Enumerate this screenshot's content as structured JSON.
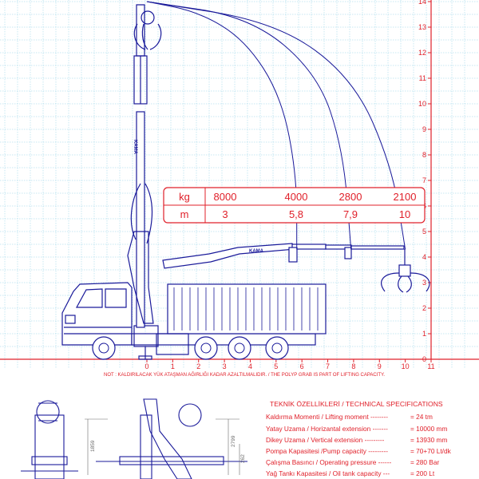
{
  "load_table": {
    "kg_label": "kg",
    "m_label": "m",
    "columns": [
      {
        "kg": "8000",
        "m": "3"
      },
      {
        "kg": "4000",
        "m": "5,8"
      },
      {
        "kg": "2800",
        "m": "7,9"
      },
      {
        "kg": "2100",
        "m": "10"
      }
    ]
  },
  "note": "NOT : KALDIRILACAK YÜK ATAŞMAN AĞIRLIĞI KADAR AZALTILMALIDIR. / THE POLYP GRAB IS PART OF LIFTING CAPACITY.",
  "brand": "KAMA",
  "dimensions": {
    "d1": "1859",
    "d2": "2799",
    "d3": "262"
  },
  "specs": {
    "title": "TEKNİK ÖZELLİKLERİ / TECHNICAL SPECIFICATIONS",
    "rows": [
      {
        "label": "Kaldırma Momenti / Lifting moment --------",
        "value": "= 24 tm"
      },
      {
        "label": "Yatay Uzama / Horizantal extension -------",
        "value": "= 10000 mm"
      },
      {
        "label": "Dikey Uzama / Vertical extension ---------",
        "value": "= 13930 mm"
      },
      {
        "label": "Pompa Kapasitesi /Pump capacity ---------",
        "value": "= 70+70 Lt/dk"
      },
      {
        "label": "Çalışma Basıncı / Operating pressure ------",
        "value": "= 280 Bar"
      },
      {
        "label": "Yağ Tankı Kapasitesi / Oil tank capacity ---",
        "value": "= 200 Lt"
      }
    ]
  },
  "colors": {
    "grid": "#8fd0e6",
    "axis": "#e0202a",
    "drawing": "#1a1a9a",
    "curve": "#1a1a9a"
  },
  "chart_data": {
    "type": "line",
    "x": [
      0,
      1,
      2,
      3,
      4,
      5,
      6,
      7,
      8,
      9,
      10,
      11
    ],
    "y": [
      0,
      1,
      2,
      3,
      4,
      5,
      6,
      7,
      8,
      9,
      10,
      11,
      12,
      13,
      14
    ],
    "xlim": [
      0,
      11
    ],
    "ylim": [
      0,
      14
    ],
    "grid": true,
    "series": [
      {
        "points": [
          [
            0,
            14
          ],
          [
            2,
            13.6
          ],
          [
            3.8,
            12.5
          ],
          [
            5.2,
            10.3
          ],
          [
            5.8,
            7.2
          ],
          [
            5.8,
            4.3
          ]
        ]
      },
      {
        "points": [
          [
            0,
            14
          ],
          [
            4,
            13.4
          ],
          [
            6.6,
            11.2
          ],
          [
            7.6,
            8.2
          ],
          [
            7.9,
            4.3
          ]
        ]
      },
      {
        "points": [
          [
            0,
            14
          ],
          [
            5,
            13.2
          ],
          [
            8,
            11
          ],
          [
            9.5,
            7.5
          ],
          [
            10,
            4.3
          ]
        ]
      }
    ]
  }
}
